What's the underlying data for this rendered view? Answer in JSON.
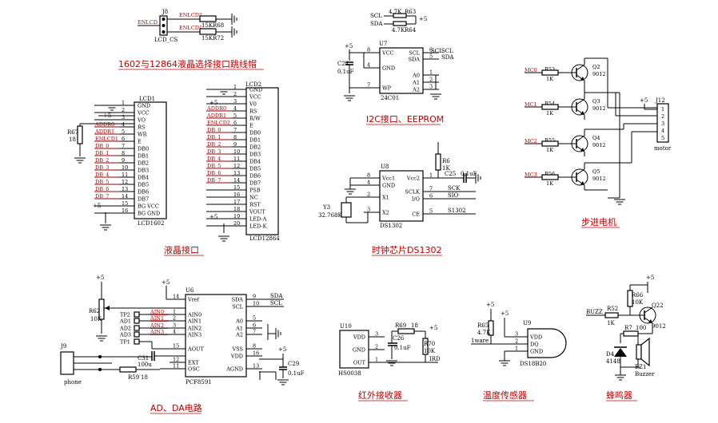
{
  "titles": {
    "jumper": "1602与12864液晶选择接口跳线帽",
    "i2c": "I2C接口、EEPROM",
    "stepper": "步进电机",
    "lcd": "液晶接口",
    "clock": "时钟芯片DS1302",
    "adda": "AD、DA电路",
    "ir": "红外接收器",
    "temp": "温度传感器",
    "buzzer": "蜂鸣器"
  },
  "jumper": {
    "ref": "J8",
    "net": "ENLCD",
    "label": "LCD_CS",
    "n1": "ENLCD2",
    "n2": "ENLCD1",
    "r1": "15K",
    "r1ref": "R68",
    "r2": "15K",
    "r2ref": "R72"
  },
  "eeprom": {
    "ref": "U7",
    "part": "24C01",
    "pins_l": [
      "VCC",
      "GND",
      "WP"
    ],
    "pins_lnum": [
      "8",
      "4",
      "7"
    ],
    "pins_r": [
      "SCL",
      "SDA",
      "A0",
      "A1",
      "A2"
    ],
    "pins_rnum": [
      "6",
      "5",
      "1",
      "2",
      "3"
    ],
    "cap": "C24",
    "capv": "0.1uF",
    "vcc": "+5",
    "scl": "SCL",
    "sda": "SDA",
    "r1": "4.7K",
    "r1ref": "R63",
    "r2": "4.7K",
    "r2ref": "R64",
    "rvcc": "+5"
  },
  "stepper": {
    "res": [
      {
        "net": "MC0",
        "ref": "R53",
        "val": "1K",
        "q": "Q2",
        "qt": "9012"
      },
      {
        "net": "MC1",
        "ref": "R54",
        "val": "1K",
        "q": "Q3",
        "qt": "9012"
      },
      {
        "net": "MC2",
        "ref": "R55",
        "val": "1K",
        "q": "Q4",
        "qt": "9012"
      },
      {
        "net": "MC3",
        "ref": "R56",
        "val": "1K",
        "q": "Q5",
        "qt": "9012"
      }
    ],
    "conn": "J12",
    "connlbl": "motor",
    "connpins": [
      "1",
      "2",
      "3",
      "4",
      "5"
    ],
    "vcc": "+5"
  },
  "lcd1602": {
    "ref": "LCD1",
    "part": "LCD1602",
    "r": "R67",
    "rv": "18",
    "vcc": "+5",
    "bgvcc": "+5",
    "pins": [
      "GND",
      "VCC",
      "VO",
      "RS",
      "WR",
      "E",
      "DB0",
      "DB1",
      "DB2",
      "DB3",
      "DB4",
      "DB5",
      "DB6",
      "DB7",
      "BG VCC",
      "BG GND"
    ],
    "nums": [
      "1",
      "2",
      "3",
      "4",
      "5",
      "6",
      "7",
      "8",
      "9",
      "10",
      "11",
      "12",
      "13",
      "14",
      "15",
      "16"
    ],
    "nets": [
      "",
      "",
      "",
      "ADDR0",
      "ADDR1",
      "ENLCD1",
      "DB_0",
      "DB_1",
      "DB_2",
      "DB_3",
      "DB_4",
      "DB_5",
      "DB_6",
      "DB_7",
      "",
      ""
    ]
  },
  "lcd12864": {
    "ref": "LCD2",
    "part": "LCD12864",
    "vcc": "+5",
    "bgvcc": "+5",
    "pins": [
      "GND",
      "VCC",
      "V0",
      "RS",
      "R/W",
      "E",
      "DB0",
      "DB1",
      "DB2",
      "DB3",
      "DB4",
      "DB5",
      "DB6",
      "DB7",
      "PSB",
      "NC",
      "RST",
      "VOUT",
      "LED-A",
      "LED-K"
    ],
    "nums": [
      "1",
      "2",
      "3",
      "4",
      "5",
      "6",
      "7",
      "8",
      "9",
      "10",
      "11",
      "12",
      "13",
      "14",
      "15",
      "16",
      "17",
      "18",
      "19",
      "20"
    ],
    "nets": [
      "",
      "",
      "",
      "ADDR0",
      "ADDR1",
      "ENLCD2",
      "DB_0",
      "DB_1",
      "DB_2",
      "DB_3",
      "DB_4",
      "DB_5",
      "DB_6",
      "DB_7",
      "",
      "",
      "",
      "",
      "",
      ""
    ]
  },
  "ds1302": {
    "ref": "U8",
    "part": "DS1302",
    "xtal": "Y3",
    "xtalv": "32.768K",
    "pins_l": [
      "Vcc1",
      "GND",
      "X1",
      "X2"
    ],
    "pins_lnum": [
      "8",
      "4",
      "2",
      "3"
    ],
    "pins_r": [
      "Vcc2",
      "SCLK",
      "I/O",
      "CE"
    ],
    "pins_rnum": [
      "1",
      "7",
      "6",
      "5"
    ],
    "r": "R6",
    "rv": "1K",
    "cap": "C25",
    "capv": "0.1uF",
    "sck": "SCK",
    "sio": "SIO",
    "ce": "S1302"
  },
  "pcf8591": {
    "ref": "U6",
    "part": "PCF8591",
    "vcc": "+5",
    "pins_l": [
      "Vref",
      "AIN0",
      "AIN1",
      "AIN2",
      "AIN3",
      "AOUT",
      "EXT",
      "OSC"
    ],
    "pins_lnum": [
      "14",
      "1",
      "2",
      "3",
      "4",
      "15",
      "12",
      "11"
    ],
    "pins_r": [
      "SDA",
      "SCL",
      "A0",
      "A1",
      "A2",
      "VSS",
      "VDD",
      "AGND"
    ],
    "pins_rnum": [
      "9",
      "10",
      "5",
      "6",
      "7",
      "8",
      "16",
      "13"
    ],
    "sda": "SDA",
    "scl": "SCL",
    "pot": "R62",
    "potv": "10K",
    "potvcc": "+5",
    "ain": [
      "AIN0",
      "AIN1",
      "AIN2",
      "AIN3"
    ],
    "tp": [
      "TP2",
      "AD1",
      "AD2",
      "AD3",
      "TP1"
    ],
    "jack": "J9",
    "jacklbl": "phone",
    "cap": "C31",
    "capv": "100u",
    "r": "R59",
    "rv": "18",
    "c29": "C29",
    "c29v": "0.1uF",
    "c29vcc": "+5"
  },
  "ir": {
    "ref": "U10",
    "part": "HS0038",
    "pins": [
      "VDD",
      "GND",
      "OUT"
    ],
    "nums": [
      "3",
      "2",
      "1"
    ],
    "r69": "R69",
    "r69v": "18",
    "r70": "R70",
    "r70v": "10K",
    "cap": "C26",
    "capv": "0.1uF",
    "vcc": "+5",
    "net": "IRD"
  },
  "temp": {
    "ref": "U9",
    "part": "DS18B20",
    "pins": [
      "VDD",
      "DQ",
      "GND"
    ],
    "nums": [
      "3",
      "2",
      "1"
    ],
    "r": "R65",
    "rv": "4.7K",
    "net": "1ware",
    "vcc": "+5",
    "vcc2": "+5"
  },
  "buzzer": {
    "net": "BUZZ",
    "r52": "R52",
    "r52v": "1K",
    "r66": "R66",
    "r66v": "10K",
    "q": "Q22",
    "qt": "9012",
    "r7": "R7",
    "r7v": "100",
    "d": "D4",
    "dv": "4148",
    "bz": "BZ1",
    "bzlbl": "Buzzer",
    "vcc": "+5"
  }
}
